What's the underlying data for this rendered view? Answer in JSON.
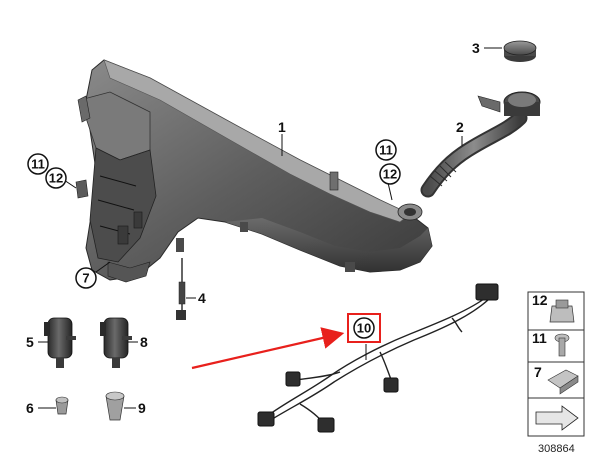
{
  "callouts": {
    "tank": "1",
    "filler_neck": "2",
    "cap": "3",
    "level_sensor": "4",
    "front_pump": "5",
    "grommet_small": "6",
    "clip": "7",
    "rear_pump": "8",
    "grommet_large": "9",
    "wiring_harness": "10",
    "screw": "11",
    "nut": "12"
  },
  "legend": {
    "nut": "12",
    "screw": "11",
    "clip": "7"
  },
  "diagram_number": "308864",
  "colors": {
    "highlight": "#e8201c",
    "part_dark": "#3f3f3f",
    "part_mid": "#6b6b6b",
    "part_light": "#9a9a9a"
  }
}
